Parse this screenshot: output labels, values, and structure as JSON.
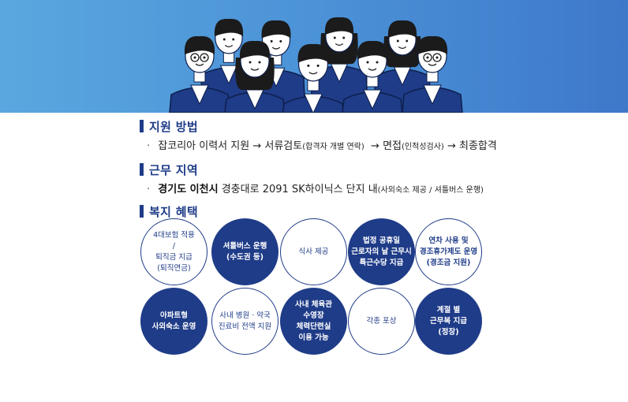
{
  "hero": {
    "colors": {
      "bg_start": "#5aa7df",
      "bg_end": "#3e78c9",
      "suit": "#1f3c88",
      "skin": "#ffffff",
      "hair": "#1b1b1b"
    }
  },
  "sections": {
    "apply": {
      "title": "지원 방법",
      "bullet": "·",
      "step1": "잡코리아 이력서 지원",
      "arrow1": "→",
      "step2": "서류검토",
      "step2_note": "(합격자 개별 연락)",
      "arrow2": "→",
      "step3": "면접",
      "step3_note": "(인적성검사)",
      "arrow3": "→",
      "step4": "최종합격"
    },
    "location": {
      "title": "근무 지역",
      "bullet": "·",
      "city": "경기도 이천시",
      "address": "경충대로 2091 SK하이닉스 단지 내",
      "note": "(사외숙소 제공 / 셔틀버스 운행)"
    },
    "benefits": {
      "title": "복지 혜택",
      "items": [
        {
          "label": "4대보험 적용\n/\n퇴직금 지급\n(퇴직연금)",
          "style": "white"
        },
        {
          "label": "셔틀버스 운행\n(수도권 등)",
          "style": "navy"
        },
        {
          "label": "식사  제공",
          "style": "white"
        },
        {
          "label": "법정 공휴일\n근로자의 날 근무시\n특근수당 지급",
          "style": "navy"
        },
        {
          "label": "연차 사용 및\n경조휴가제도 운영\n(경조금 지원)",
          "style": "white-bold"
        },
        {
          "label": "아파트형\n사외숙소 운영",
          "style": "navy"
        },
        {
          "label": "사내 병원 · 약국\n진료비 전액 지원",
          "style": "white"
        },
        {
          "label": "사내 체육관\n수영장\n체력단련실\n이용 가능",
          "style": "navy"
        },
        {
          "label": "각종 포상",
          "style": "white"
        },
        {
          "label": "계절 별\n근무복 지급\n(정장)",
          "style": "navy"
        }
      ]
    }
  }
}
